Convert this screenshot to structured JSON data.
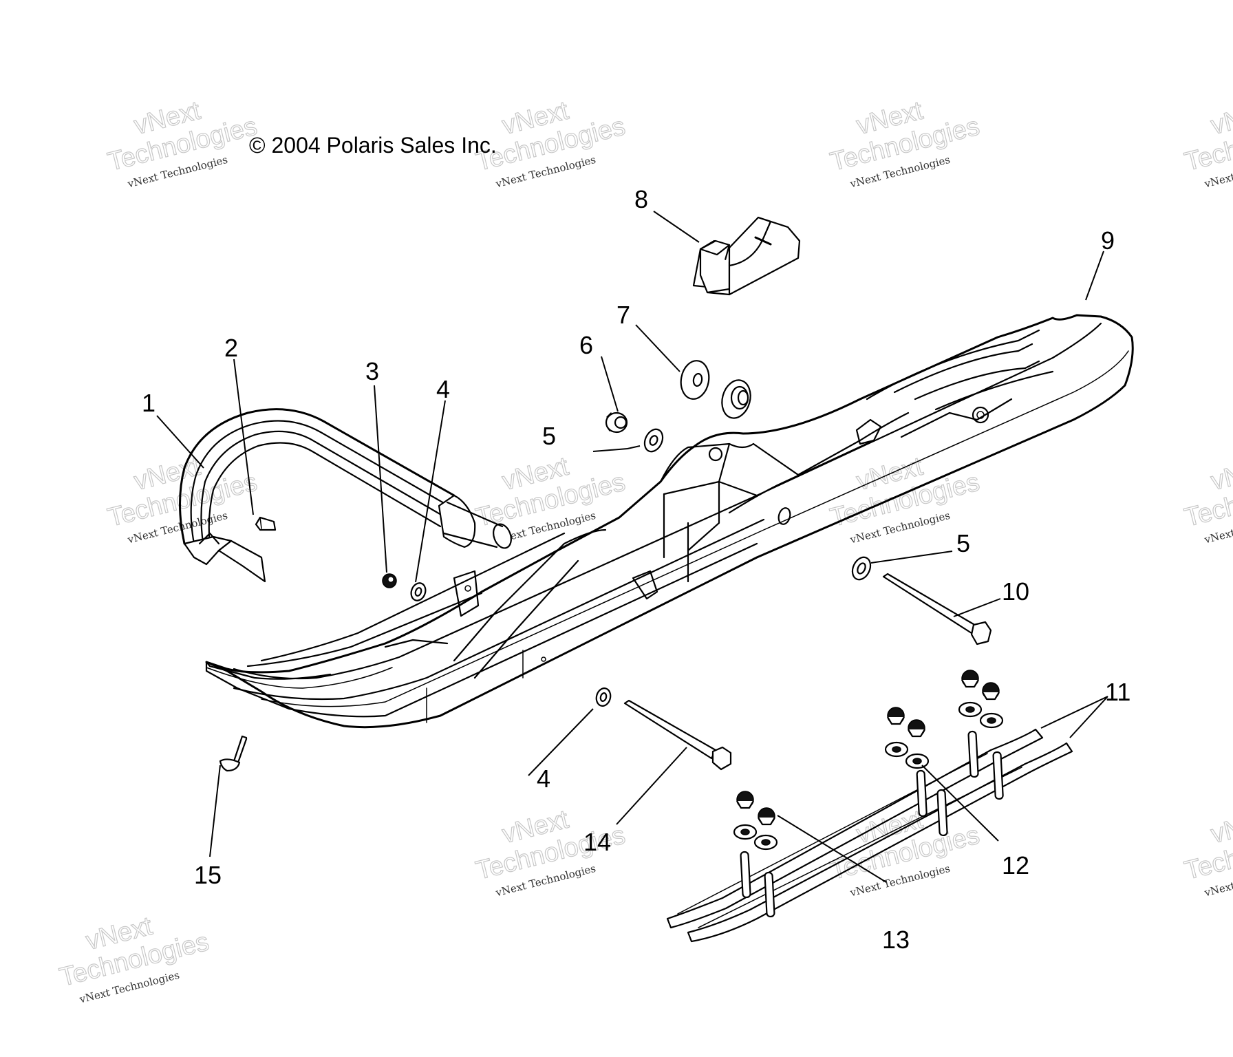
{
  "diagram": {
    "title": "Ski Assembly Exploded View",
    "copyright": "© 2004 Polaris Sales Inc.",
    "watermark": {
      "line_small": "vNext Technologies",
      "line_big_top": "vNext",
      "line_big_bottom": "Technologies"
    },
    "callouts": [
      {
        "id": "c1",
        "label": "1",
        "part": "ski-loop-handle"
      },
      {
        "id": "c2",
        "label": "2",
        "part": "handle-clip"
      },
      {
        "id": "c3",
        "label": "3",
        "part": "handle-nut"
      },
      {
        "id": "c4a",
        "label": "4",
        "part": "handle-washer"
      },
      {
        "id": "c4b",
        "label": "4",
        "part": "washer"
      },
      {
        "id": "c5a",
        "label": "5",
        "part": "washer-upper"
      },
      {
        "id": "c5b",
        "label": "5",
        "part": "washer-right"
      },
      {
        "id": "c6",
        "label": "6",
        "part": "lock-nut"
      },
      {
        "id": "c7",
        "label": "7",
        "part": "bushing"
      },
      {
        "id": "c8",
        "label": "8",
        "part": "spindle-stop-block"
      },
      {
        "id": "c9",
        "label": "9",
        "part": "ski"
      },
      {
        "id": "c10",
        "label": "10",
        "part": "spindle-bolt"
      },
      {
        "id": "c11",
        "label": "11",
        "part": "wear-bars"
      },
      {
        "id": "c12",
        "label": "12",
        "part": "wear-bar-washer"
      },
      {
        "id": "c13",
        "label": "13",
        "part": "wear-bar-nut"
      },
      {
        "id": "c14",
        "label": "14",
        "part": "handle-bolt"
      },
      {
        "id": "c15",
        "label": "15",
        "part": "rivet"
      }
    ]
  }
}
